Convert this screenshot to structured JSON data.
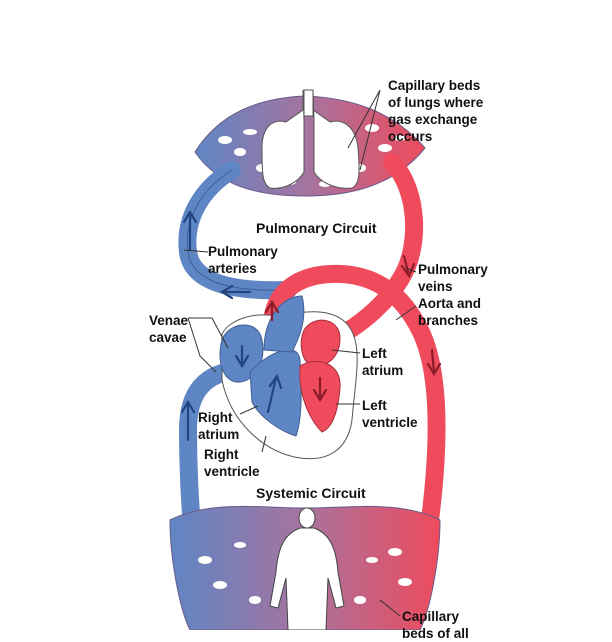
{
  "labels": {
    "capillary_lungs": "Capillary beds\nof lungs where\ngas exchange\noccurs",
    "pulmonary_circuit": "Pulmonary Circuit",
    "pulmonary_arteries": "Pulmonary\narteries",
    "pulmonary_veins": "Pulmonary\nveins",
    "aorta": "Aorta and\nbranches",
    "venae_cavae": "Venae\ncavae",
    "left_atrium": "Left\natrium",
    "left_ventricle": "Left\nventricle",
    "right_atrium": "Right\natrium",
    "right_ventricle": "Right\nventricle",
    "systemic_circuit": "Systemic Circuit",
    "capillary_body": "Capillary\nbeds of all"
  },
  "colors": {
    "oxygen_poor": "#5f86c4",
    "oxygen_rich": "#ef4b5c",
    "mixed": "#a7739e",
    "arrow_blue": "#24457f",
    "arrow_red": "#8e1b29"
  }
}
